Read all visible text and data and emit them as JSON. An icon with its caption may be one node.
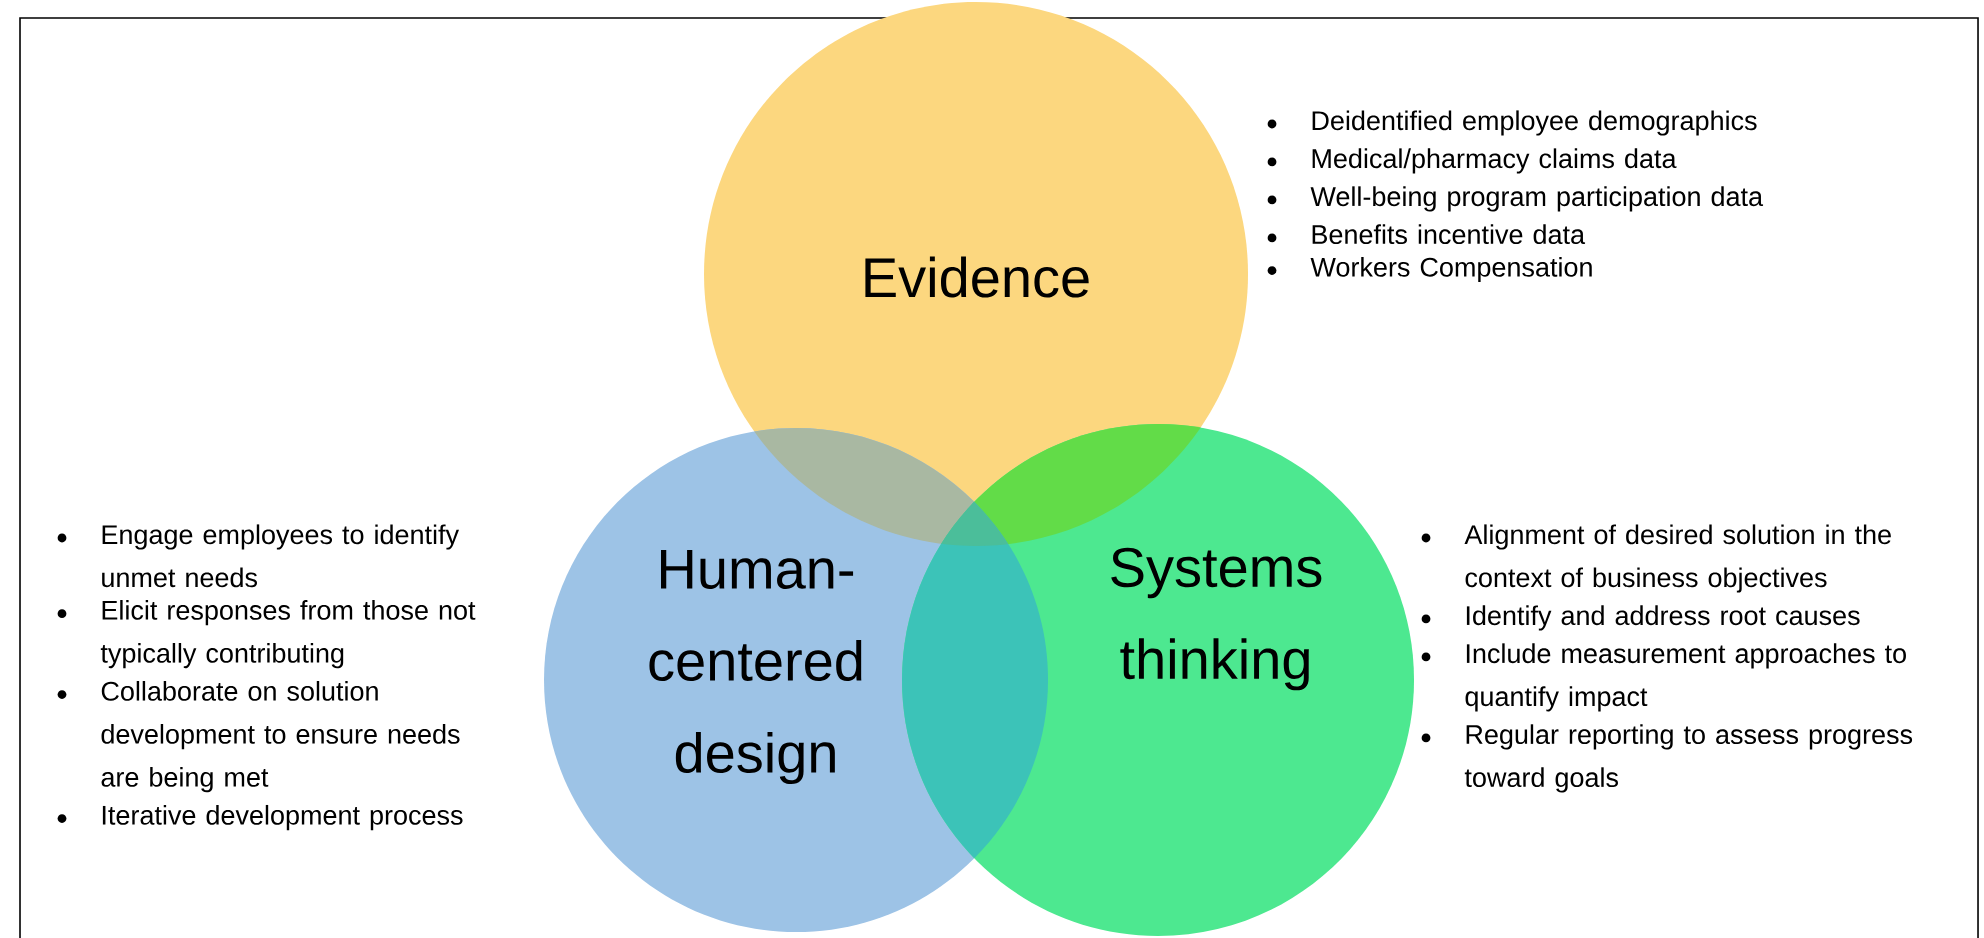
{
  "diagram": {
    "nodes": [
      {
        "text": [
          "Evidence"
        ],
        "beside": [
          "Deidentified employee demographics",
          "Medical/pharmacy claims data",
          "Well-being program participation data",
          "Benefits incentive data",
          "Workers Compensation"
        ]
      },
      {
        "text": [
          "Human-centered design"
        ],
        "beside": [
          "Engage employees to identify unmet needs",
          "Elicit responses from those not typically contributing",
          "Collaborate on solution development to ensure needs are being met",
          "Iterative development process"
        ]
      },
      {
        "text": [
          "Systems thinking"
        ],
        "beside": [
          "Alignment of desired solution in the context of business objectives",
          "Identify and address root causes",
          "Include measurement approaches to quantify impact",
          "Regular reporting to assess progress toward goals"
        ]
      }
    ]
  }
}
